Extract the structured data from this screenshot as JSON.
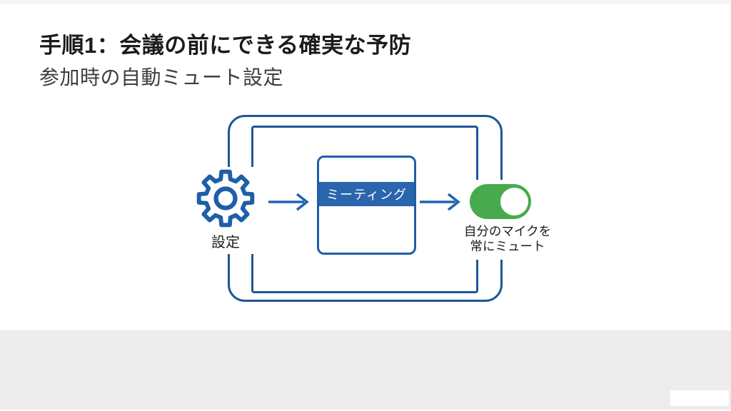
{
  "slide": {
    "title": "手順1：会議の前にできる確実な予防",
    "subtitle": "参加時の自動ミュート設定"
  },
  "diagram": {
    "settings": {
      "label": "設定",
      "icon": "gear-icon"
    },
    "meeting": {
      "label": "ミーティング"
    },
    "toggle": {
      "label_line1": "自分のマイクを",
      "label_line2": "常にミュート",
      "state": "on"
    },
    "arrow_icon": "arrow-right-icon"
  },
  "colors": {
    "frame_blue": "#1c5796",
    "node_blue": "#1e5fa8",
    "band_blue": "#2a65ad",
    "arrow_blue": "#1f64b0",
    "toggle_green": "#47ab4d",
    "footer_gray": "#ececec",
    "title_black": "#1b1b1b",
    "subtitle_gray": "#3d3d3d"
  }
}
